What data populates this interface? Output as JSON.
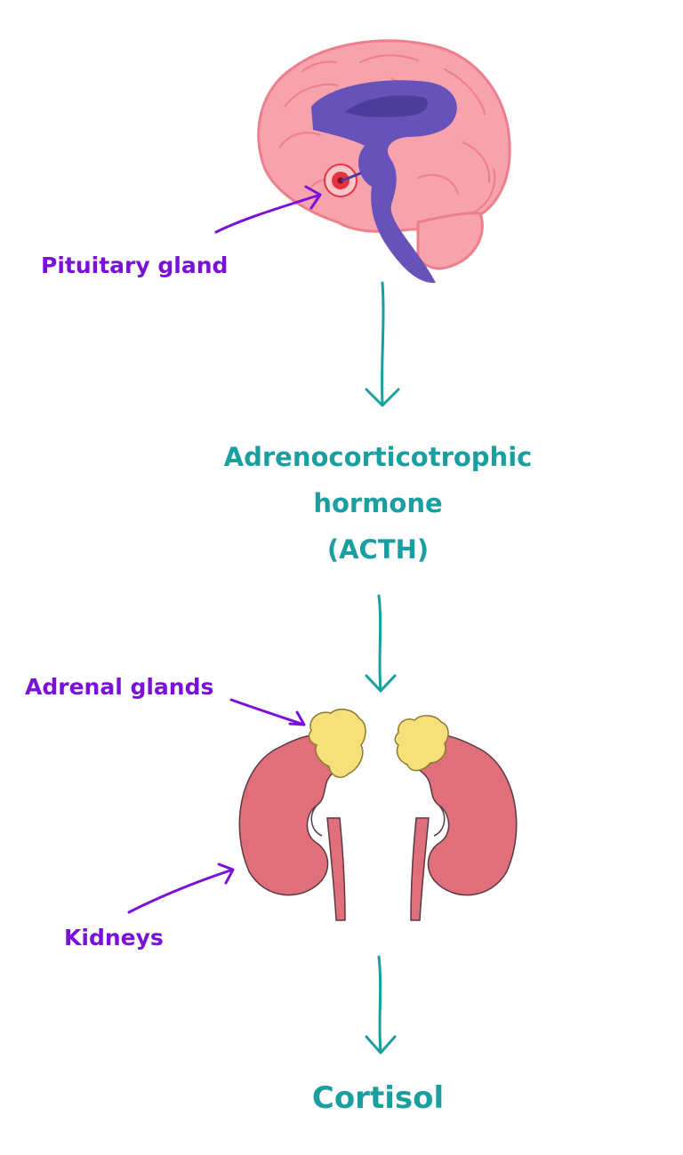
{
  "labels": {
    "pituitary": "Pituitary gland",
    "hormone_line1": "Adrenocorticotrophic",
    "hormone_line2": "hormone",
    "hormone_line3": "(ACTH)",
    "adrenal": "Adrenal glands",
    "kidneys": "Kidneys",
    "cortisol": "Cortisol"
  },
  "colors": {
    "label_purple": "#7a11d9",
    "flow_teal": "#1a9ea0",
    "brain_pink": "#f7a3ad",
    "brain_outline": "#ee7e8c",
    "brain_core": "#6652b8",
    "pituitary_red": "#e8323f",
    "kidney": "#df6f7a",
    "adrenal_yellow": "#f6e07a"
  }
}
